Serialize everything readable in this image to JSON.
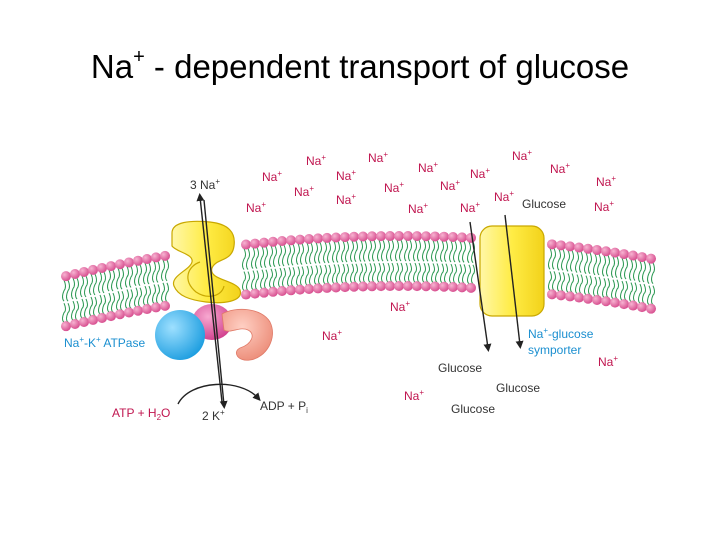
{
  "title": {
    "main": "Na",
    "sup": "+",
    "rest": " - dependent transport of glucose"
  },
  "ion_label": {
    "base": "Na",
    "charge": "+"
  },
  "labels": {
    "three_na": "3 Na",
    "two_k": "2 K",
    "atp_a": "ATP + H",
    "atp_sub": "2",
    "atp_b": "O",
    "adp_a": "ADP + P",
    "adp_sub": "i",
    "pump_a": "Na",
    "pump_b": "-K",
    "pump_c": " ATPase",
    "symporter_a": "Na",
    "symporter_b": "-glucose",
    "symporter_c": "symporter",
    "glucose_top": "Glucose",
    "glucose_1": "Glucose",
    "glucose_2": "Glucose",
    "glucose_3": "Glucose",
    "plus": "+"
  },
  "colors": {
    "na_label": "#c0154f",
    "blue_label": "#1b8fd0",
    "lipid_head": "#e06aa0",
    "lipid_tail": "#2f9a55",
    "symporter_fill": "#ffee55",
    "pump_yellow": "#ffe84a",
    "pump_blue": "#3cb4ef",
    "pump_pink": "#e05aa3",
    "pump_salmon": "#f3a090"
  }
}
